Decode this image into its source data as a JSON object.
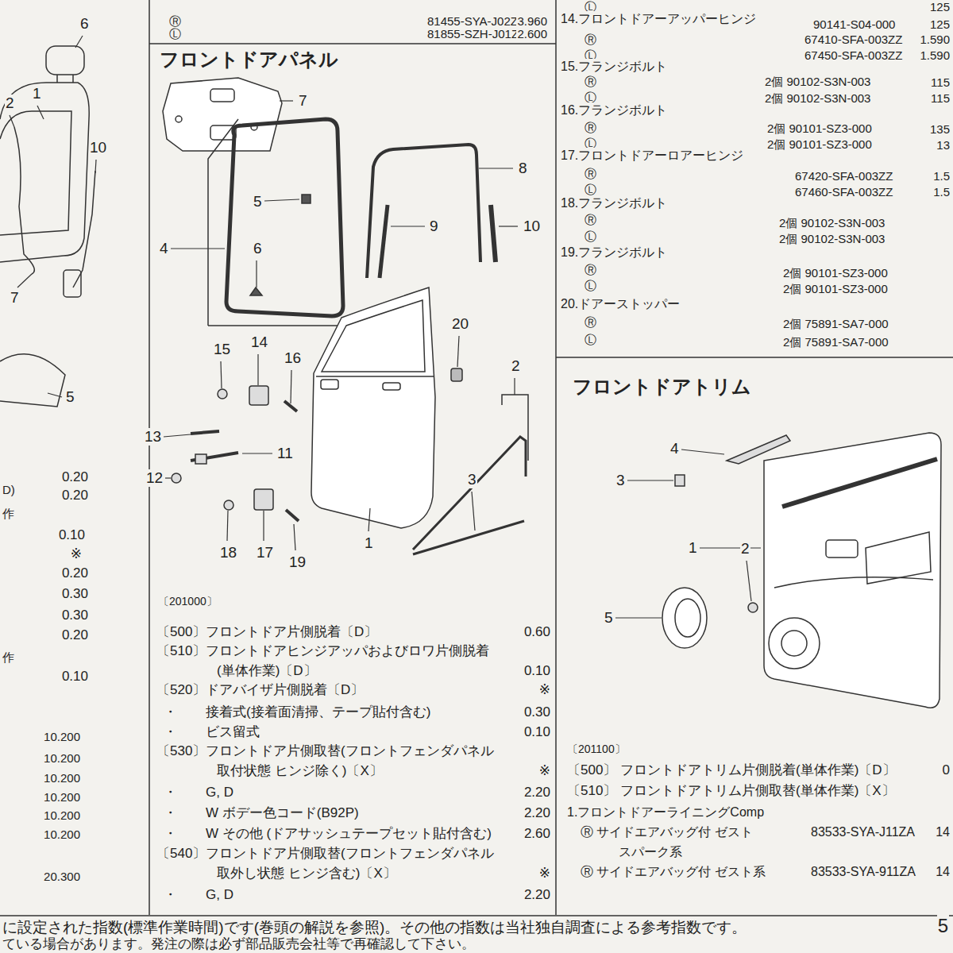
{
  "diagram": {
    "labels": [
      "Ⓡ",
      "81455-SYA-J02ZB",
      "3.960",
      "Ⓛ",
      "81855-SZH-J01ZA",
      "2.600",
      "フロントドアパネル",
      "7",
      "8",
      "5",
      "9",
      "10",
      "4",
      "6",
      "20",
      "2",
      "15",
      "14",
      "16",
      "13",
      "11",
      "12",
      "3",
      "18",
      "17",
      "19",
      "1",
      "〔201000〕",
      "〔500〕",
      "フロントドア片側脱着〔D〕",
      "0.60",
      "〔510〕",
      "フロントドアヒンジアッパおよびロワ片側脱着",
      "(単体作業)〔D〕",
      "0.10",
      "〔520〕",
      "ドアバイザ片側脱着〔D〕",
      "※",
      "・",
      "接着式(接着面清掃、テープ貼付含む)",
      "0.30",
      "・",
      "ビス留式",
      "0.10",
      "〔530〕",
      "フロントドア片側取替(フロントフェンダパネル",
      "取付状態 ヒンジ除く)〔X〕",
      "※",
      "・",
      "G, D",
      "2.20",
      "・",
      "W ボデー色コード(B92P)",
      "2.20",
      "・",
      "W その他 (ドアサッシュテープセット貼付含む)",
      "2.60",
      "〔540〕",
      "フロントドア片側取替(フロントフェンダパネル",
      "取外し状態 ヒンジ含む)〔X〕",
      "※",
      "・",
      "G, D",
      "2.20",
      "6",
      "2",
      "1",
      "10",
      "7",
      "5",
      "D)",
      "0.20",
      "0.20",
      "作",
      "0.10",
      "※",
      "0.20",
      "0.30",
      "0.30",
      "0.20",
      "作",
      "0.10",
      "10.200",
      "10.200",
      "10.200",
      "10.200",
      "10.200",
      "10.200",
      "20.300",
      "Ⓛ",
      "125",
      "14.フロントドアーアッパーヒンジ",
      "90141-S04-000",
      "125",
      "Ⓡ",
      "67410-SFA-003ZZ",
      "1.590",
      "Ⓛ",
      "67450-SFA-003ZZ",
      "1.590",
      "15.フランジボルト",
      "Ⓡ",
      "2個 90102-S3N-003",
      "115",
      "Ⓛ",
      "2個 90102-S3N-003",
      "115",
      "16.フランジボルト",
      "Ⓡ",
      "2個 90101-SZ3-000",
      "135",
      "Ⓛ",
      "2個 90101-SZ3-000",
      "13",
      "17.フロントドアーロアーヒンジ",
      "Ⓡ",
      "67420-SFA-003ZZ",
      "1.5",
      "Ⓛ",
      "67460-SFA-003ZZ",
      "1.5",
      "18.フランジボルト",
      "Ⓡ",
      "2個 90102-S3N-003",
      "Ⓛ",
      "2個 90102-S3N-003",
      "19.フランジボルト",
      "Ⓡ",
      "2個 90101-SZ3-000",
      "Ⓛ",
      "2個 90101-SZ3-000",
      "20.ドアーストッパー",
      "Ⓡ",
      "2個 75891-SA7-000",
      "Ⓛ",
      "2個 75891-SA7-000",
      "フロントドアトリム",
      "4",
      "3",
      "2",
      "1",
      "5",
      "〔201100〕",
      "〔500〕",
      "フロントドアトリム片側脱着(単体作業)〔D〕",
      "0",
      "〔510〕",
      "フロントドアトリム片側取替(単体作業)〔X〕",
      "1.フロントドアーライニングComp",
      "Ⓡ サイドエアバッグ付 ゼスト",
      "83533-SYA-J11ZA",
      "14",
      "スパーク系",
      "Ⓡ サイドエアバッグ付 ゼスト系",
      "83533-SYA-911ZA",
      "14",
      "に設定された指数(標準作業時間)です(巻頭の解説を参照)。その他の指数は当社独自調査による参考指数です。",
      "5",
      "ている場合があります。発注の際は必ず部品販売会社等で再確認して下さい。"
    ]
  }
}
